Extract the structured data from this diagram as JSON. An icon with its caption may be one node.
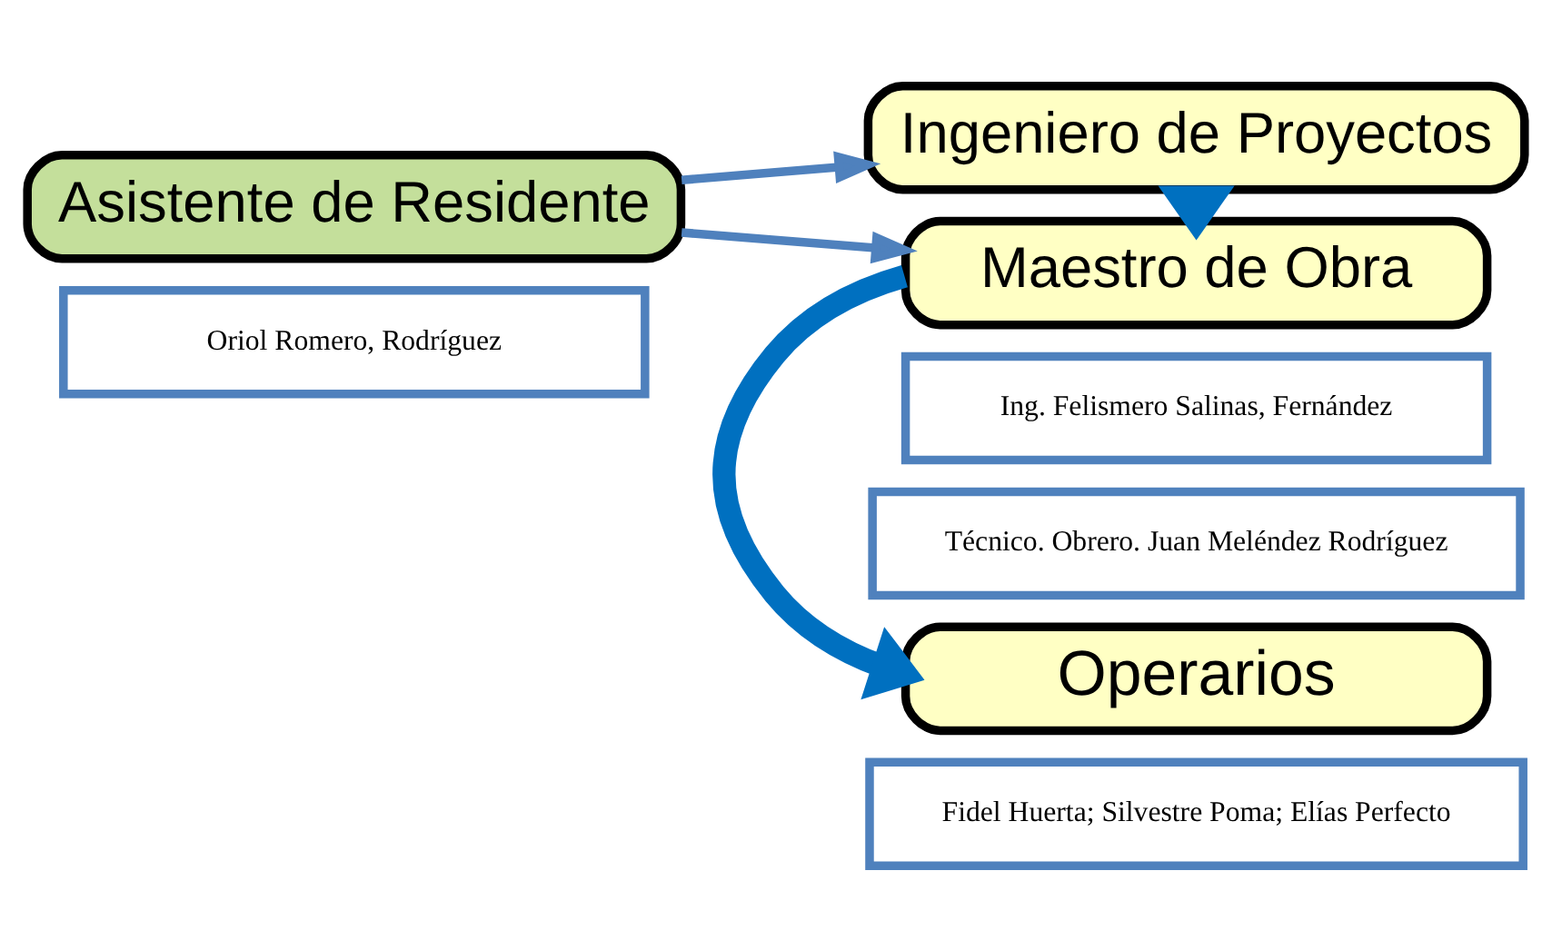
{
  "diagram": {
    "nodes": [
      {
        "text": [
          "Asistente de Residente"
        ]
      },
      {
        "text": [
          "Oriol Romero, Rodríguez"
        ]
      },
      {
        "text": [
          "Ingeniero de Proyectos"
        ]
      },
      {
        "text": [
          "Ing. Felismero Salinas, Fernández"
        ]
      },
      {
        "text": [
          "Maestro de Obra"
        ]
      },
      {
        "text": [
          "Técnico. Obrero. Juan Meléndez Rodríguez"
        ]
      },
      {
        "text": [
          "Operarios"
        ]
      },
      {
        "text": [
          "Fidel Huerta; Silvestre Poma; Elías Perfecto"
        ]
      }
    ],
    "edges": [
      {
        "from": 0,
        "to": 2,
        "arrow": "to"
      },
      {
        "from": 0,
        "to": 4,
        "arrow": "to"
      },
      {
        "from": 2,
        "to": 4,
        "arrow": "to",
        "style": "thick",
        "color": "#0070c0"
      },
      {
        "from": 4,
        "to": 6,
        "arrow": "to",
        "style": "thick",
        "color": "#0070c0"
      }
    ]
  }
}
